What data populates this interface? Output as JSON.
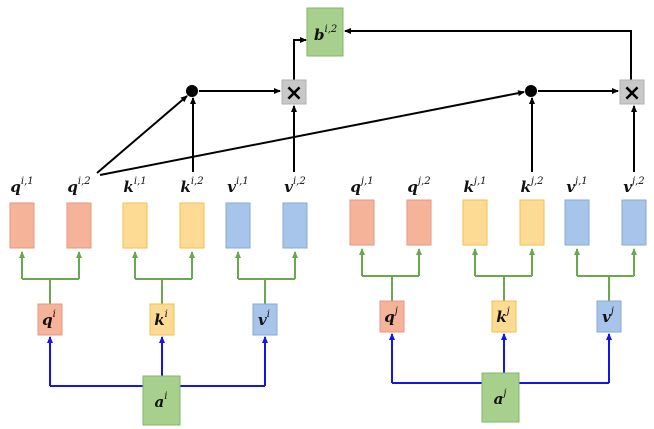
{
  "colors": {
    "query": "#f5b39a",
    "key": "#fedb95",
    "value": "#a7c5ea",
    "input_output": "#a6d08c",
    "multiply_box": "#c8c8c8",
    "head_split_lines": "#6aa84f",
    "projection_lines": "#1515e8"
  },
  "output": {
    "letter": "b",
    "sup": "i,2"
  },
  "operators": {
    "multiply_symbol": "×"
  },
  "heads": [
    {
      "letter": "q",
      "sup": "i,1"
    },
    {
      "letter": "q",
      "sup": "i,2"
    },
    {
      "letter": "k",
      "sup": "i,1"
    },
    {
      "letter": "k",
      "sup": "i,2"
    },
    {
      "letter": "v",
      "sup": "i,1"
    },
    {
      "letter": "v",
      "sup": "i,2"
    },
    {
      "letter": "q",
      "sup": "j,1"
    },
    {
      "letter": "q",
      "sup": "j,2"
    },
    {
      "letter": "k",
      "sup": "j,1"
    },
    {
      "letter": "k",
      "sup": "j,2"
    },
    {
      "letter": "v",
      "sup": "j,1"
    },
    {
      "letter": "v",
      "sup": "j,2"
    }
  ],
  "projections": [
    {
      "letter": "q",
      "sup": "i"
    },
    {
      "letter": "k",
      "sup": "i"
    },
    {
      "letter": "v",
      "sup": "i"
    },
    {
      "letter": "q",
      "sup": "j"
    },
    {
      "letter": "k",
      "sup": "j"
    },
    {
      "letter": "v",
      "sup": "j"
    }
  ],
  "inputs": [
    {
      "letter": "a",
      "sup": "i"
    },
    {
      "letter": "a",
      "sup": "j"
    }
  ]
}
